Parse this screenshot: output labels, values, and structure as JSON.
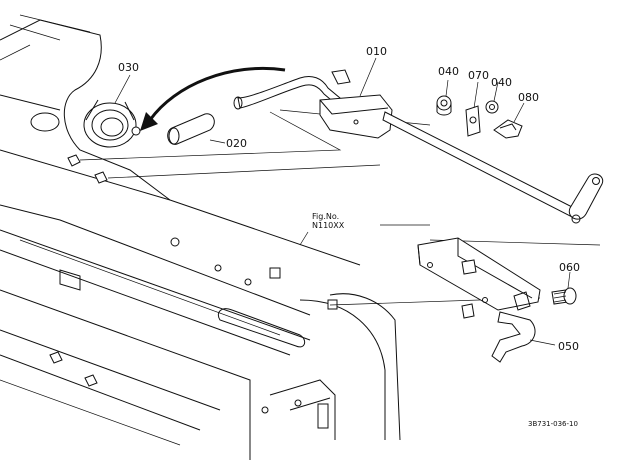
{
  "labels": {
    "p010": "010",
    "p020": "020",
    "p030": "030",
    "p040a": "040",
    "p040b": "040",
    "p050": "050",
    "p060": "060",
    "p070": "070",
    "p080": "080"
  },
  "figure_ref": {
    "line1": "Fig.No.",
    "line2": "N110XX"
  },
  "drawing_code": "3B731-036-10"
}
